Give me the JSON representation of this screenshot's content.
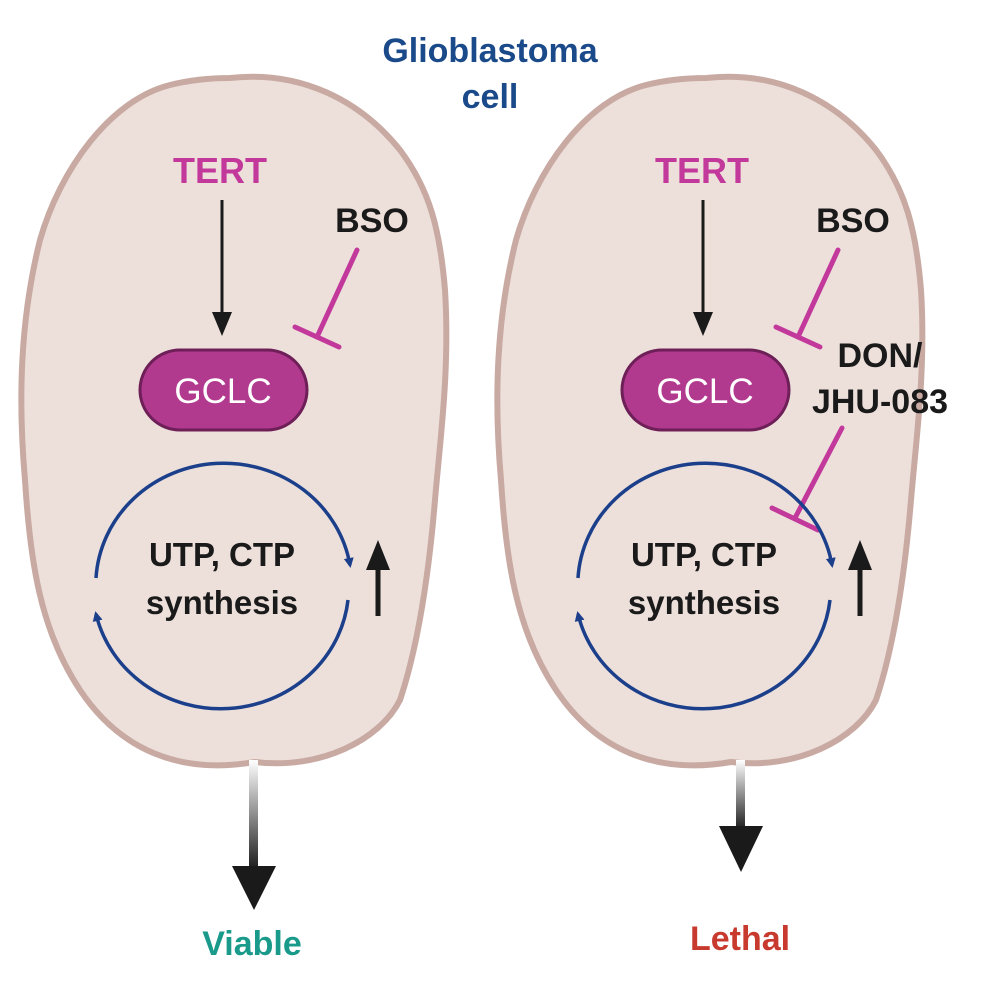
{
  "title": {
    "line1": "Glioblastoma",
    "line2": "cell"
  },
  "colors": {
    "cell_fill": "#ede0db",
    "cell_stroke": "#c9aaa3",
    "tert": "#c2399b",
    "gclc_fill": "#b23a8e",
    "inhibitor": "#c2399b",
    "cycle": "#1b3f8a",
    "viable": "#1a9a8a",
    "lethal": "#c83a2e",
    "title": "#1b4a8a"
  },
  "left_cell": {
    "tert": "TERT",
    "bso": "BSO",
    "gclc": "GCLC",
    "cycle_line1": "UTP, CTP",
    "cycle_line2": "synthesis",
    "outcome": "Viable"
  },
  "right_cell": {
    "tert": "TERT",
    "bso": "BSO",
    "gclc": "GCLC",
    "don_line1": "DON/",
    "don_line2": "JHU-083",
    "cycle_line1": "UTP, CTP",
    "cycle_line2": "synthesis",
    "outcome": "Lethal"
  }
}
